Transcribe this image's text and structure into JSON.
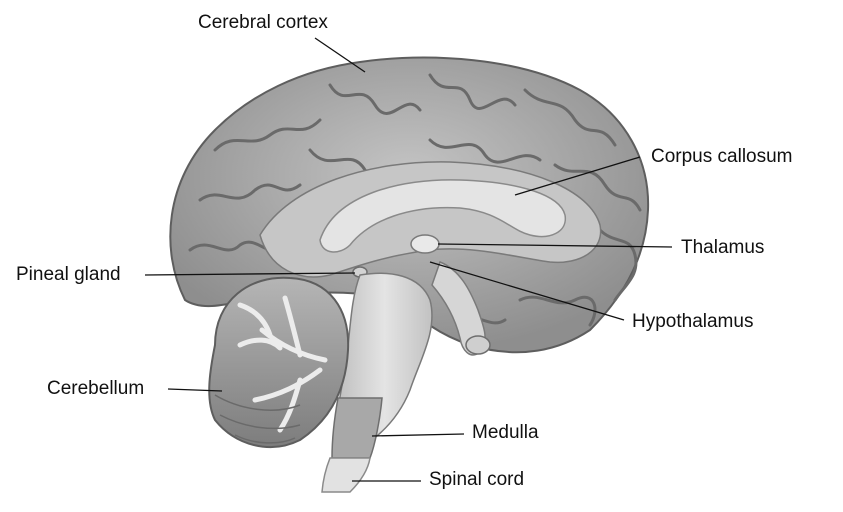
{
  "labels": {
    "cerebral_cortex": "Cerebral cortex",
    "corpus_callosum": "Corpus callosum",
    "thalamus": "Thalamus",
    "pineal_gland": "Pineal gland",
    "hypothalamus": "Hypothalamus",
    "cerebellum": "Cerebellum",
    "medulla": "Medulla",
    "spinal_cord": "Spinal cord"
  },
  "colors": {
    "cortex_fill": "#a9a9a9",
    "cortex_dark": "#6f6f6f",
    "inner_fill": "#c9c9c9",
    "callosum_fill": "#e6e6e6",
    "brainstem_fill": "#d9d9d9",
    "cerebellum_fill": "#bdbdbd",
    "leader_line": "#111111",
    "label_text": "#111111"
  }
}
